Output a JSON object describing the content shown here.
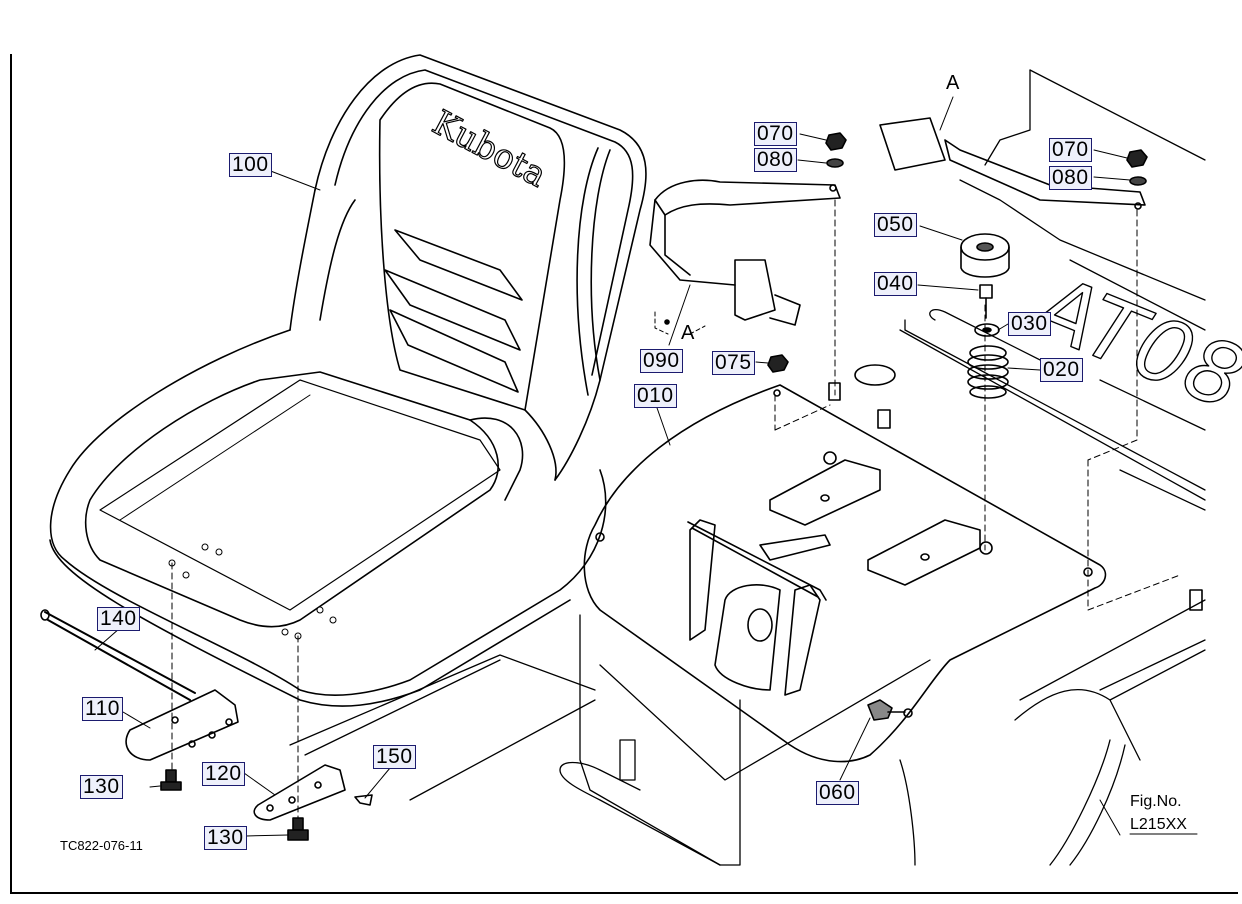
{
  "diagram": {
    "drawing_number": "TC822-076-11",
    "figure_label": "Fig.No.",
    "figure_number": "L215XX",
    "ref_a": "A",
    "brand_mark": "Kubota",
    "decal_text": "AT08"
  },
  "callouts": [
    {
      "id": "100",
      "label": "100"
    },
    {
      "id": "070a",
      "label": "070"
    },
    {
      "id": "080a",
      "label": "080"
    },
    {
      "id": "070b",
      "label": "070"
    },
    {
      "id": "080b",
      "label": "080"
    },
    {
      "id": "050",
      "label": "050"
    },
    {
      "id": "040",
      "label": "040"
    },
    {
      "id": "030",
      "label": "030"
    },
    {
      "id": "020",
      "label": "020"
    },
    {
      "id": "090",
      "label": "090"
    },
    {
      "id": "075",
      "label": "075"
    },
    {
      "id": "010",
      "label": "010"
    },
    {
      "id": "140",
      "label": "140"
    },
    {
      "id": "110",
      "label": "110"
    },
    {
      "id": "130a",
      "label": "130"
    },
    {
      "id": "120",
      "label": "120"
    },
    {
      "id": "150",
      "label": "150"
    },
    {
      "id": "130b",
      "label": "130"
    },
    {
      "id": "060",
      "label": "060"
    }
  ]
}
